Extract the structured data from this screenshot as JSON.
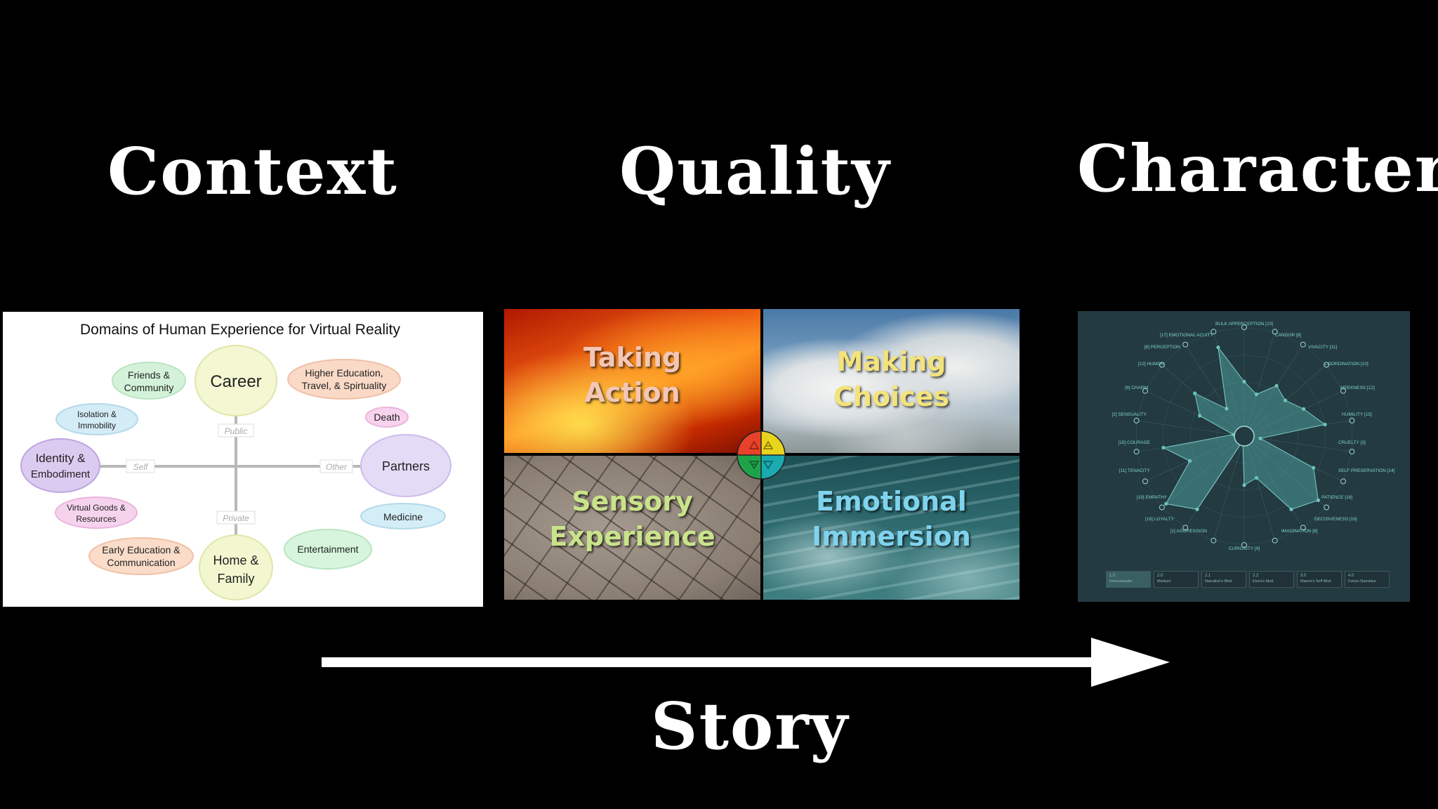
{
  "headings": {
    "context": "Context",
    "quality": "Quality",
    "character": "Character",
    "story": "Story"
  },
  "context_panel": {
    "title": "Domains of Human Experience for Virtual Reality",
    "axes": {
      "public": "Public",
      "private": "Private",
      "self": "Self",
      "other": "Other"
    },
    "domains": {
      "career": "Career",
      "friends": [
        "Friends &",
        "Community"
      ],
      "higher_education": [
        "Higher Education,",
        "Travel, & Spirtuality"
      ],
      "isolation": [
        "Isolation &",
        "Immobility"
      ],
      "death": "Death",
      "identity": [
        "Identity &",
        "Embodiment"
      ],
      "partners": "Partners",
      "virtual_goods": [
        "Virtual Goods &",
        "Resources"
      ],
      "medicine": "Medicine",
      "early_education": [
        "Early Education &",
        "Communication"
      ],
      "home": [
        "Home &",
        "Family"
      ],
      "entertainment": "Entertainment"
    },
    "colors": {
      "career": "#f3f7d2",
      "friends": "#d4f2d9",
      "higher_education": "#fad9c7",
      "isolation": "#d3ecf6",
      "death": "#f8d3ee",
      "identity": "#dccbf0",
      "partners": "#e4dbf6",
      "virtual_goods": "#f6d3ec",
      "medicine": "#d3eef7",
      "early_education": "#fadcc9",
      "home": "#f2f7d0",
      "entertainment": "#d6f5dc"
    }
  },
  "quality_panel": {
    "quadrants": [
      {
        "id": "taking-action",
        "lines": [
          "Taking",
          "Action"
        ],
        "icon": "fire"
      },
      {
        "id": "making-choices",
        "lines": [
          "Making",
          "Choices"
        ],
        "icon": "sky-clouds"
      },
      {
        "id": "sensory-experience",
        "lines": [
          "Sensory",
          "Experience"
        ],
        "icon": "cracked-earth"
      },
      {
        "id": "emotional-immersion",
        "lines": [
          "Emotional",
          "Immersion"
        ],
        "icon": "ocean-waves"
      }
    ],
    "wheel_colors": [
      "#e8422a",
      "#e8d41d",
      "#1fa34a",
      "#1aaab0"
    ]
  },
  "character_panel": {
    "top_label": "BULK APPERCEPTION [10]",
    "bottom_label": "CURIOSITY [9]",
    "left_labels": [
      "[17] EMOTIONAL ACUITY",
      "[6] PERCEPTION",
      "[12] HUMOR",
      "[9] CHARM",
      "[2] SENSUALITY",
      "[15] COURAGE",
      "[11] TENACITY",
      "[19] EMPATHY",
      "[16] LOYALTY",
      "[1] AGGRESSION"
    ],
    "right_labels": [
      "CANDOR [8]",
      "VIVACITY [11]",
      "COORDINATION [10]",
      "MEEKNESS [12]",
      "HUMILITY [15]",
      "CRUELTY [3]",
      "SELF PRESERVATION [14]",
      "PATIENCE [18]",
      "DECISIVENESS [16]",
      "IMAGINATION [8]"
    ],
    "values": [
      10,
      8,
      11,
      10,
      12,
      15,
      3,
      14,
      18,
      16,
      8,
      9,
      1,
      16,
      19,
      11,
      15,
      2,
      9,
      12,
      6,
      17
    ],
    "max_value": 20,
    "accent": "#4e9a9a",
    "tabs": [
      {
        "num": "1.0",
        "name": "Homesteader"
      },
      {
        "num": "2.0",
        "name": "Medium"
      },
      {
        "num": "2.1",
        "name": "Narrative's Mod"
      },
      {
        "num": "2.2",
        "name": "Elves's Mod"
      },
      {
        "num": "3.0",
        "name": "Maeve's Self Mod"
      },
      {
        "num": "4.0",
        "name": "Future Narrative"
      }
    ]
  }
}
